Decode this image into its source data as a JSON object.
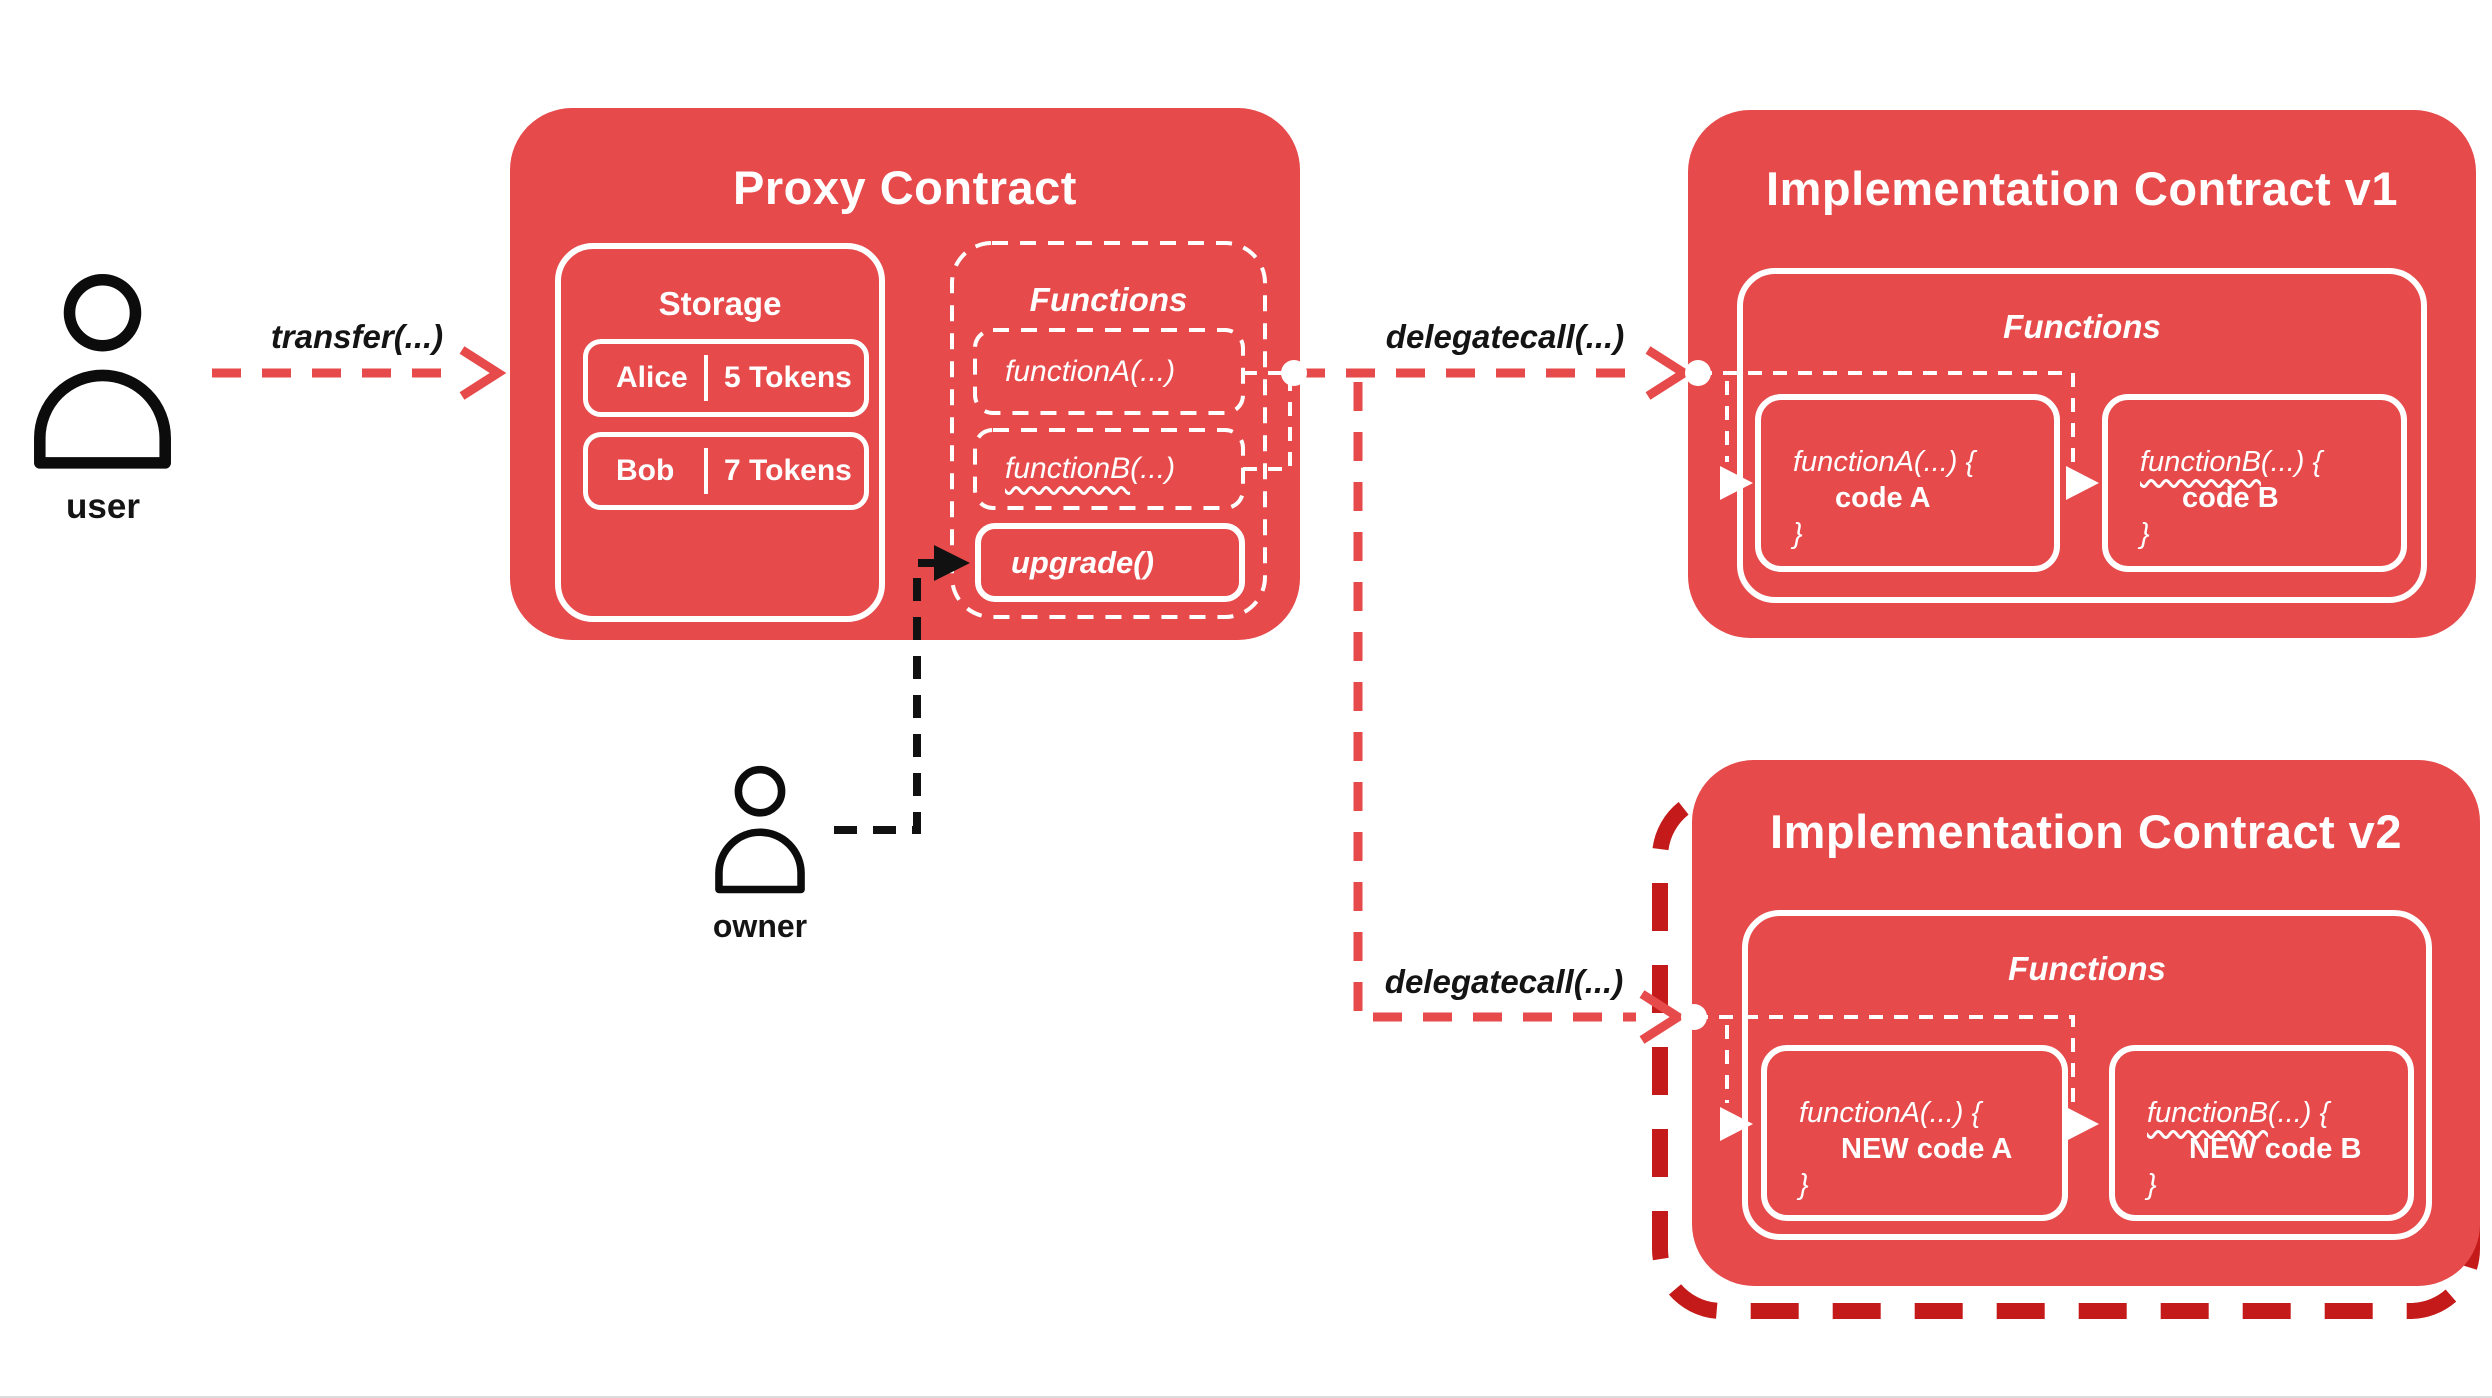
{
  "colors": {
    "red": "#E64A4B",
    "dark_red": "#C41A1A",
    "white": "#ffffff",
    "black": "#141414"
  },
  "actors": {
    "user": {
      "label": "user"
    },
    "owner": {
      "label": "owner"
    }
  },
  "calls": {
    "transfer": "transfer(...)",
    "delegatecall_v1": "delegatecall(...)",
    "delegatecall_v2": "delegatecall(...)"
  },
  "proxy": {
    "title": "Proxy Contract",
    "storage": {
      "title": "Storage",
      "rows": [
        {
          "name": "Alice",
          "value": "5 Tokens"
        },
        {
          "name": "Bob",
          "value": "7 Tokens"
        }
      ]
    },
    "functions": {
      "title": "Functions",
      "functionA": {
        "name": "functionA",
        "rest": "(...)"
      },
      "functionB": {
        "name": "functionB",
        "rest": "(...)"
      },
      "upgrade": "upgrade()"
    }
  },
  "impl_v1": {
    "title": "Implementation Contract v1",
    "functions_title": "Functions",
    "functionA": {
      "name": "functionA",
      "rest": "(...) {",
      "body": "code A",
      "close": "}"
    },
    "functionB": {
      "name": "functionB",
      "rest": "(...) {",
      "body": "code B",
      "close": "}"
    }
  },
  "impl_v2": {
    "title": "Implementation Contract v2",
    "functions_title": "Functions",
    "functionA": {
      "name": "functionA",
      "rest": "(...) {",
      "body": "NEW code A",
      "close": "}"
    },
    "functionB": {
      "name": "functionB",
      "rest": "(...) {",
      "body": "NEW code B",
      "close": "}"
    }
  }
}
